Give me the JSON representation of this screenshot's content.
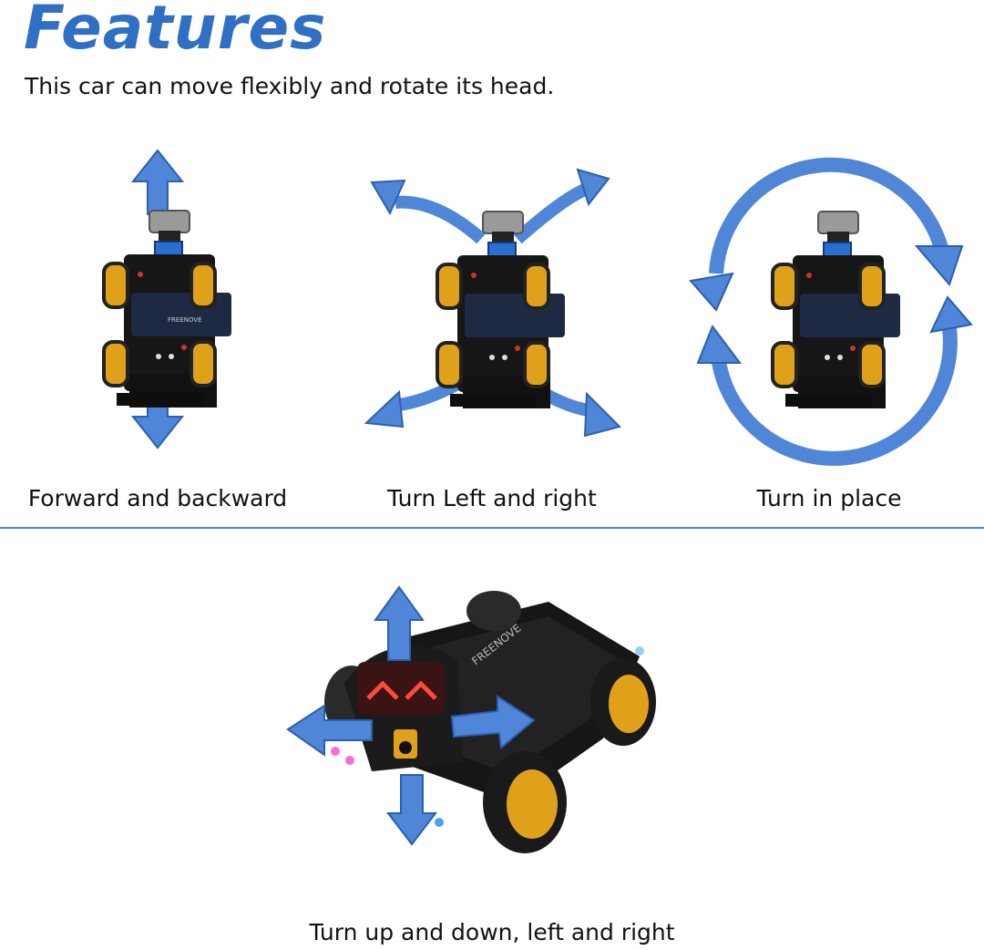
{
  "header": {
    "title": "Features",
    "subtitle": "This car can move flexibly and rotate its head."
  },
  "movements": [
    {
      "label": "Forward and backward"
    },
    {
      "label": "Turn Left and right"
    },
    {
      "label": "Turn in place"
    }
  ],
  "car_logo_text": "FREENOVE",
  "head_section": {
    "label": "Turn up and down, left and right"
  },
  "colors": {
    "accent": "#2f6fc4",
    "arrow": "#4f86d8",
    "arrow_stroke": "#2c5fb0",
    "divider": "#4e86cf"
  }
}
